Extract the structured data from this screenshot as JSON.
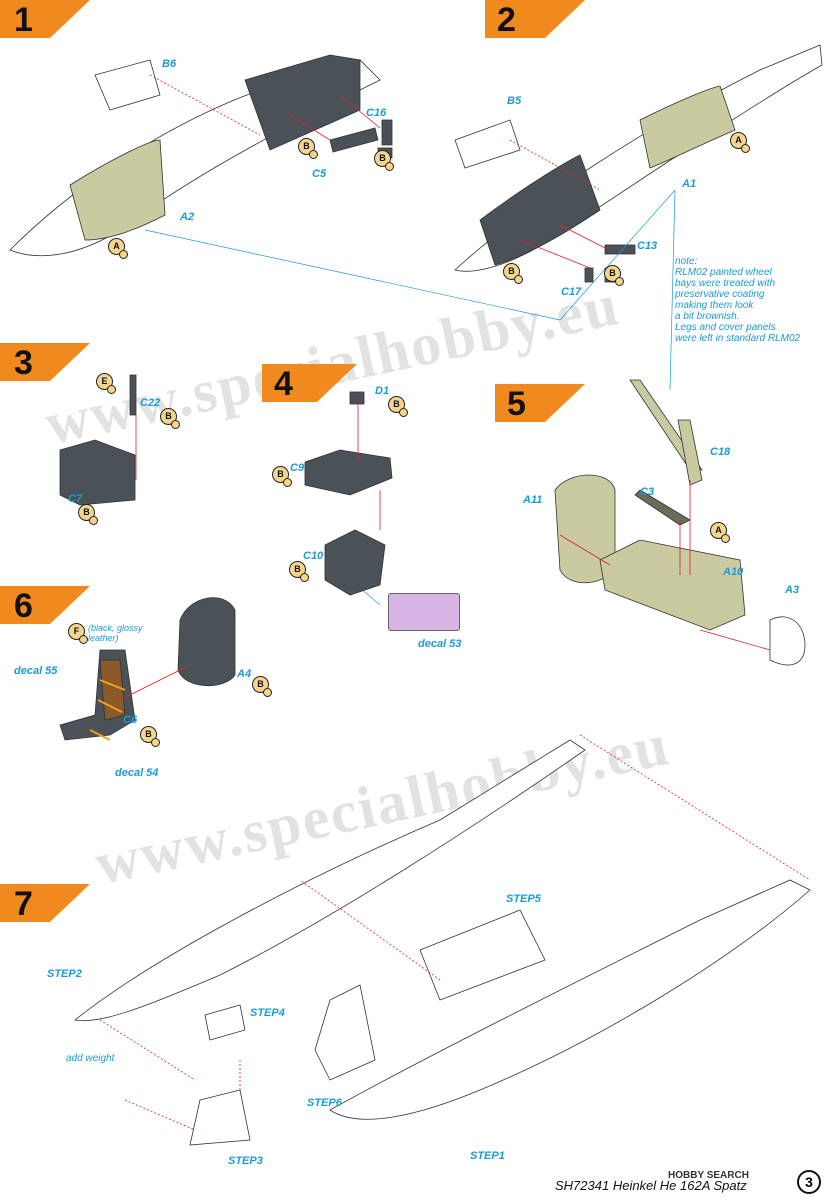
{
  "steps": [
    "1",
    "2",
    "3",
    "4",
    "5",
    "6",
    "7"
  ],
  "parts": {
    "b6": "B6",
    "c16": "C16",
    "c5": "C5",
    "a2": "A2",
    "b5": "B5",
    "a1": "A1",
    "c13": "C13",
    "c17": "C17",
    "c22": "C22",
    "c7": "C7",
    "d1": "D1",
    "c9": "C9",
    "c10": "C10",
    "decal53": "decal 53",
    "c18": "C18",
    "a11": "A11",
    "c3": "C3",
    "a10": "A10",
    "a3": "A3",
    "decal55": "decal 55",
    "decal54": "decal 54",
    "a4": "A4",
    "c6": "C6",
    "step5": "STEP5",
    "step2": "STEP2",
    "step4": "STEP4",
    "step6": "STEP6",
    "step3": "STEP3",
    "step1": "STEP1"
  },
  "notes": {
    "step2_note": [
      "note:",
      "RLM02 painted wheel",
      "bays were treated with",
      "preservative coating",
      "making them look",
      "a bit brownish.",
      "Legs and cover panels",
      "were left in standard RLM02"
    ],
    "seat_color": [
      "(black, glossy",
      "leather)"
    ],
    "add_weight": "add weight"
  },
  "color_codes": {
    "A": "A",
    "B": "B",
    "E": "E",
    "F": "F"
  },
  "watermark": "www.specialhobby.eu",
  "footer": {
    "title": "SH72341 Heinkel He 162A Spatz",
    "brand": "HOBBY SEARCH",
    "page": "3"
  },
  "colors": {
    "step_banner": "#f08a1e",
    "label_blue": "#1a9bd7",
    "arrow_red": "#e0202a",
    "cockpit_grey": "#4a5258",
    "rlm02_green": "#c9caa0",
    "leather_brown": "#8b5a2b"
  }
}
